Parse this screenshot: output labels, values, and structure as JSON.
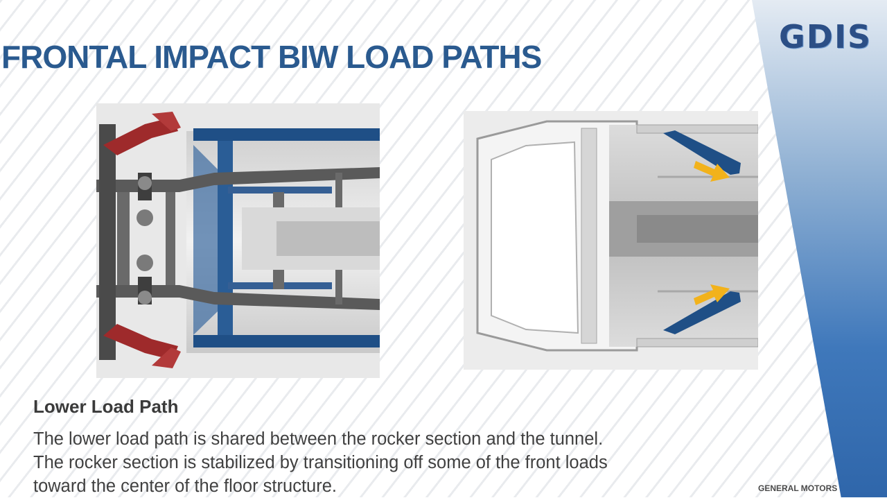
{
  "slide": {
    "title": "FRONTAL IMPACT BIW LOAD PATHS",
    "brand_logo": "GDIS",
    "footer_brand": "GENERAL MOTORS",
    "subheading": "Lower Load Path",
    "body_lines": [
      "The lower load path is shared between the rocker section and the tunnel.",
      "The rocker section is stabilized by transitioning off some of the front loads",
      "toward the center of the floor structure."
    ]
  },
  "colors": {
    "title": "#2a5a8f",
    "accent_band": "#3f78bb",
    "highlight_red": "#9e2a2b",
    "highlight_blue": "#1f4f86",
    "arrow_yellow": "#f2b21b"
  },
  "figures": {
    "left_image": "vehicle-underbody-frame-render",
    "right_image": "vehicle-floor-structure-render"
  }
}
